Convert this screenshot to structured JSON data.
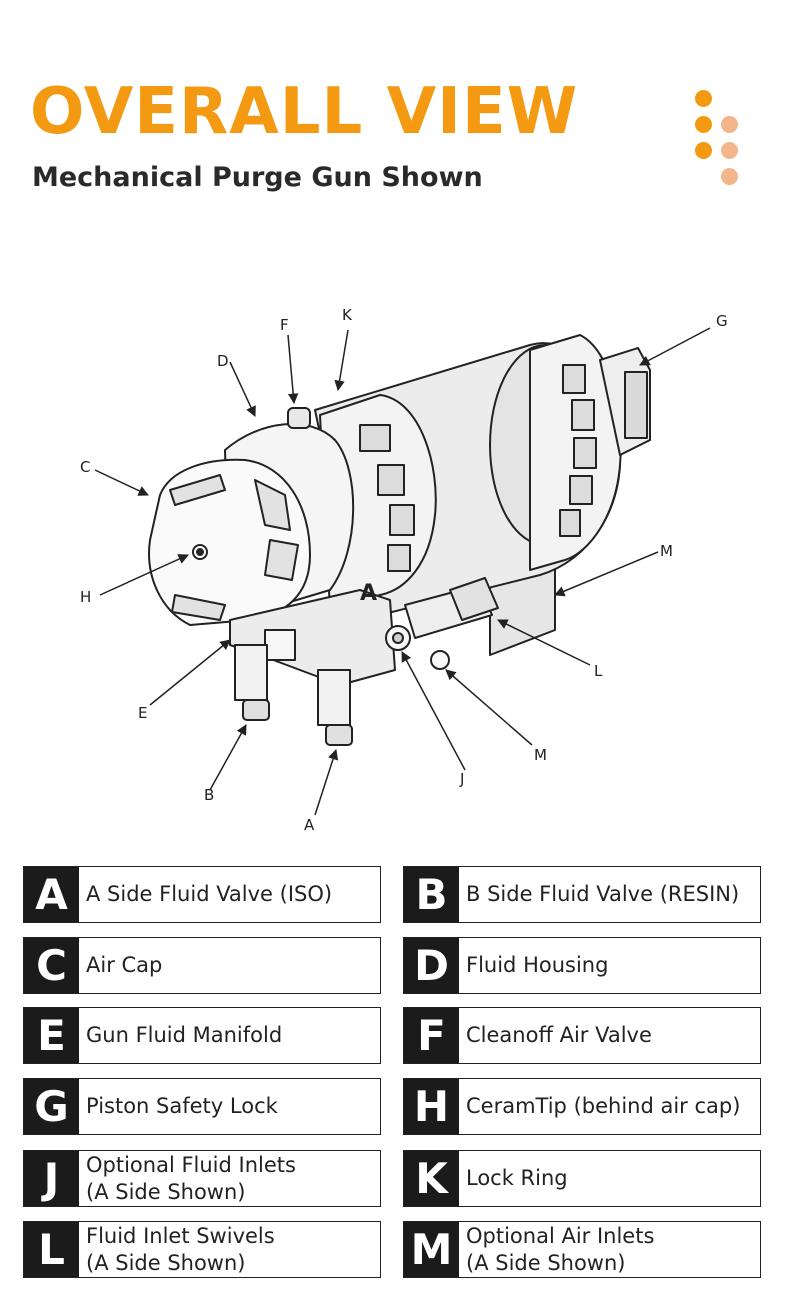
{
  "header": {
    "title": "OVERALL VIEW",
    "subtitle": "Mechanical Purge Gun Shown"
  },
  "colors": {
    "accent": "#f39a12",
    "accent_light": "#f2b68a",
    "dark": "#1b1b1b"
  },
  "diagram": {
    "callouts": [
      "A",
      "B",
      "C",
      "D",
      "E",
      "F",
      "G",
      "H",
      "J",
      "K",
      "L",
      "M",
      "M"
    ]
  },
  "legend": {
    "items": [
      {
        "letter": "A",
        "label": "A Side Fluid Valve (ISO)"
      },
      {
        "letter": "B",
        "label": "B Side Fluid Valve (RESIN)"
      },
      {
        "letter": "C",
        "label": "Air Cap"
      },
      {
        "letter": "D",
        "label": "Fluid Housing"
      },
      {
        "letter": "E",
        "label": "Gun Fluid Manifold"
      },
      {
        "letter": "F",
        "label": "Cleanoff Air Valve"
      },
      {
        "letter": "G",
        "label": "Piston Safety Lock"
      },
      {
        "letter": "H",
        "label": "CeramTip (behind air cap)"
      },
      {
        "letter": "J",
        "label": "Optional Fluid Inlets\n(A Side Shown)"
      },
      {
        "letter": "K",
        "label": "Lock Ring"
      },
      {
        "letter": "L",
        "label": "Fluid Inlet Swivels\n(A Side Shown)"
      },
      {
        "letter": "M",
        "label": "Optional Air Inlets\n(A Side Shown)"
      }
    ]
  }
}
